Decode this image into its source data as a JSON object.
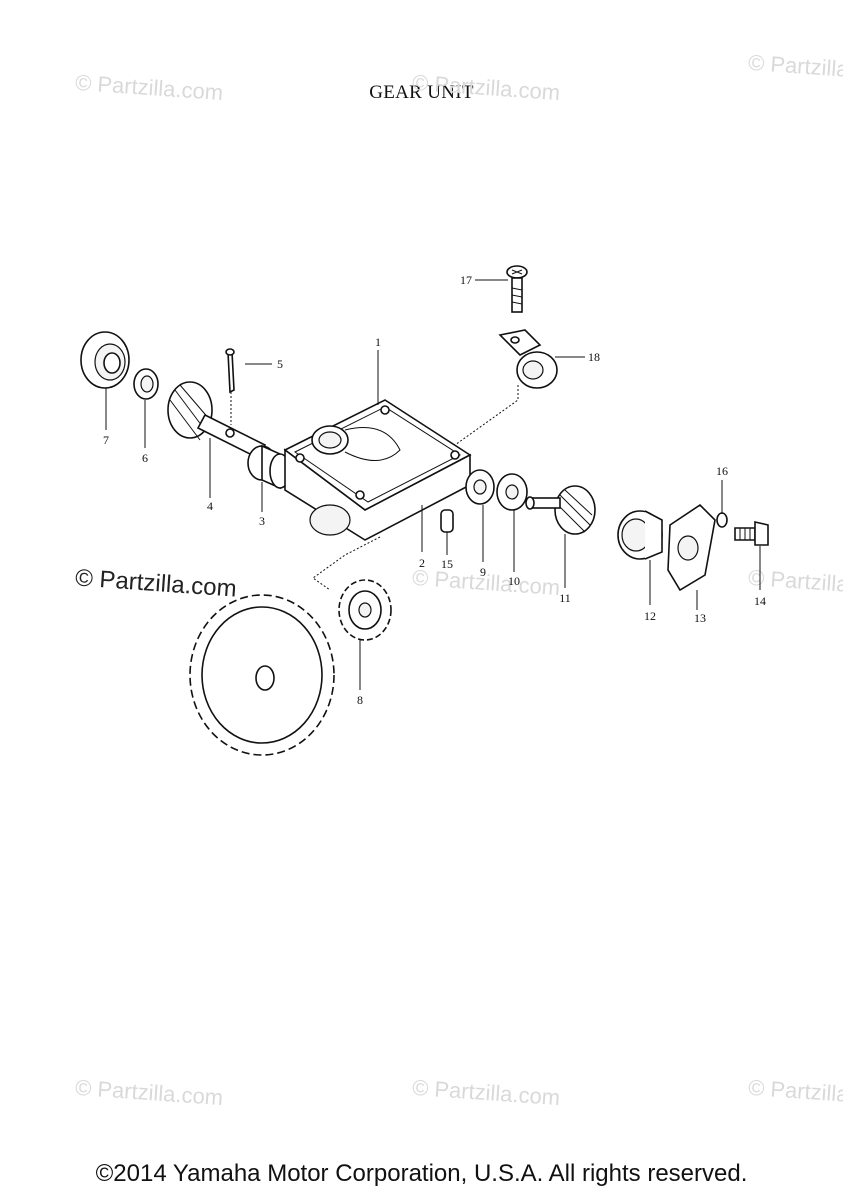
{
  "title": "GEAR UNIT",
  "copyright": "©2014 Yamaha Motor Corporation, U.S.A. All rights reserved.",
  "watermark": "© Partzilla.com",
  "parts": [
    "1",
    "2",
    "3",
    "4",
    "5",
    "6",
    "7",
    "8",
    "9",
    "10",
    "11",
    "12",
    "13",
    "14",
    "15",
    "16",
    "17",
    "18"
  ]
}
